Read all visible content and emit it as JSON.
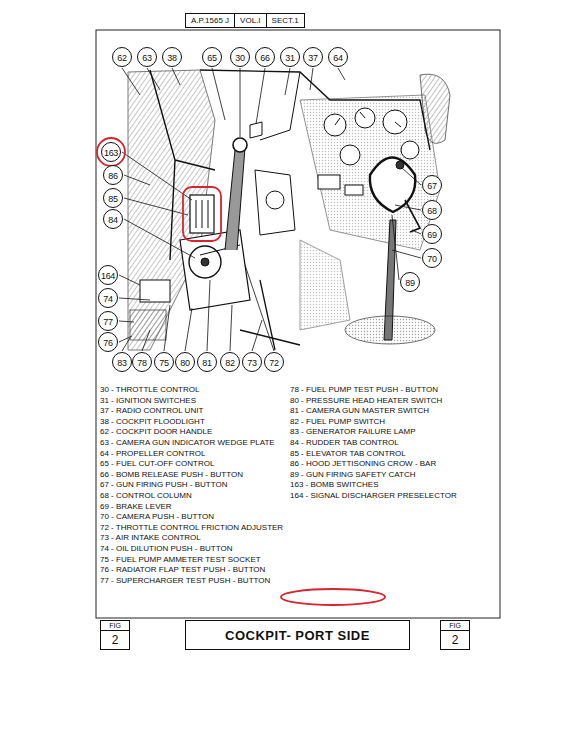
{
  "diagram": {
    "nodes": [
      {
        "text": [
          "A.P.1565 J",
          "VOL.I",
          "SECT.1"
        ]
      },
      {
        "text": [
          "FIG",
          "2"
        ]
      },
      {
        "text": [
          "COCKPIT- PORT SIDE"
        ]
      },
      {
        "text": [
          "FIG",
          "2"
        ]
      }
    ],
    "labels": [
      "62",
      "63",
      "38",
      "65",
      "30",
      "66",
      "31",
      "37",
      "64",
      "163",
      "86",
      "85",
      "84",
      "164",
      "74",
      "77",
      "76",
      "83",
      "78",
      "75",
      "80",
      "81",
      "82",
      "73",
      "72",
      "67",
      "68",
      "69",
      "70",
      "89",
      "30 - THROTTLE CONTROL",
      "31 - IGNITION SWITCHES",
      "37 - RADIO CONTROL UNIT",
      "38 - COCKPIT FLOODLIGHT",
      "62 - COCKPIT DOOR HANDLE",
      "63 - CAMERA GUN INDICATOR WEDGE PLATE",
      "64 - PROPELLER CONTROL",
      "65 - FUEL CUT-OFF CONTROL",
      "66 - BOMB RELEASE PUSH - BUTTON",
      "67 - GUN FIRING PUSH - BUTTON",
      "68 - CONTROL COLUMN",
      "69 - BRAKE LEVER",
      "70 - CAMERA PUSH - BUTTON",
      "72 - THROTTLE CONTROL FRICTION ADJUSTER",
      "73 - AIR INTAKE CONTROL",
      "74 - OIL DILUTION PUSH - BUTTON",
      "75 - FUEL PUMP AMMETER TEST SOCKET",
      "76 - RADIATOR FLAP TEST PUSH - BUTTON",
      "77 - SUPERCHARGER TEST PUSH - BUTTON",
      "78 - FUEL PUMP TEST PUSH - BUTTON",
      "80 - PRESSURE HEAD HEATER SWITCH",
      "81 - CAMERA GUN MASTER SWITCH",
      "82 - FUEL PUMP SWITCH",
      "83 - GENERATOR FAILURE LAMP",
      "84 - RUDDER TAB CONTROL",
      "85 - ELEVATOR TAB CONTROL",
      "86 - HOOD JETTISONING CROW - BAR",
      "89 - GUN FIRING SAFETY CATCH",
      "163 - BOMB SWITCHES",
      "164 - SIGNAL DISCHARGER PRESELECTOR"
    ]
  }
}
